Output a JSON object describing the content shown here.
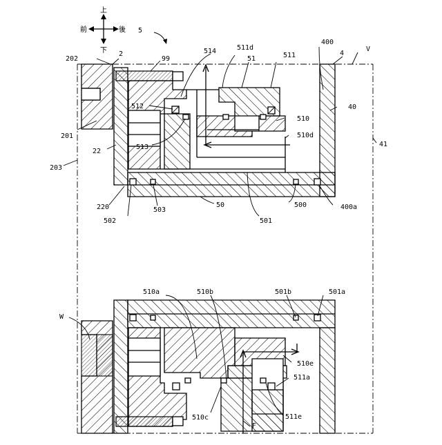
{
  "compass": {
    "up": "上",
    "down": "下",
    "front": "前",
    "back": "後"
  },
  "labels": {
    "l5": "5",
    "l202": "202",
    "l2": "2",
    "l99": "99",
    "l514": "514",
    "l511d": "511d",
    "l51": "51",
    "l511": "511",
    "l400": "400",
    "l4": "4",
    "lV": "V",
    "l40": "40",
    "l512": "512",
    "l510": "510",
    "l510d": "510d",
    "l201": "201",
    "l41": "41",
    "l22": "22",
    "l513": "513",
    "l203": "203",
    "l220": "220",
    "l502": "502",
    "l503": "503",
    "l50": "50",
    "l500": "500",
    "l400a": "400a",
    "l501": "501",
    "l510a": "510a",
    "l510b": "510b",
    "l501b": "501b",
    "l501a": "501a",
    "lW": "W",
    "l510e": "510e",
    "l511a": "511a",
    "l510c": "510c",
    "l511e": "511e",
    "lF": "F"
  }
}
